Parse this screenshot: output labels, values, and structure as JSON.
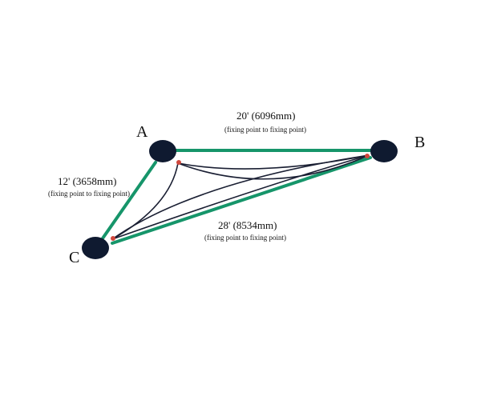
{
  "points": {
    "a": "A",
    "b": "B",
    "c": "C"
  },
  "sides": {
    "ab": {
      "length": "20' (6096mm)",
      "note": "(fixing point to fixing point)"
    },
    "ac": {
      "length": "12' (3658mm)",
      "note": "(fixing point to fixing point)"
    },
    "cb": {
      "length": "28' (8534mm)",
      "note": "(fixing point to fixing point)"
    }
  },
  "colors": {
    "side": "#16956a",
    "sail": "#1a1f33",
    "fixing_point": "#0f1a30",
    "corner": "#d0473c"
  }
}
